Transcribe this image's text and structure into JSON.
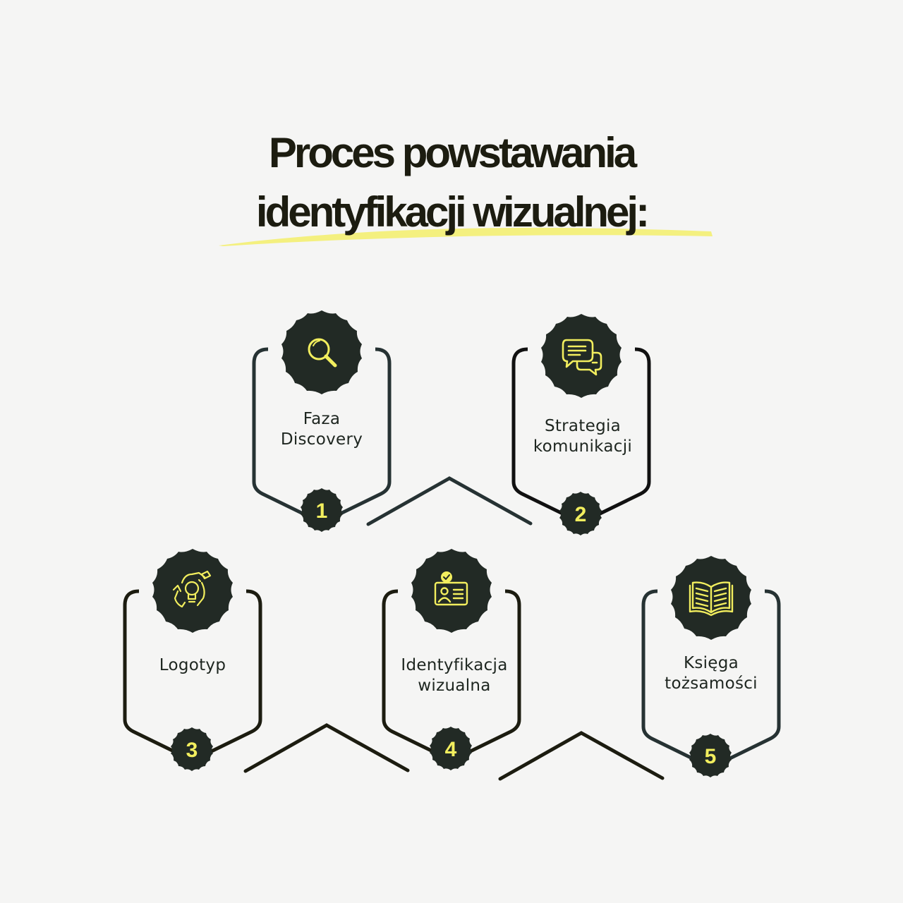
{
  "title": {
    "line1": "Proces powstawania",
    "line2": "identyfikacji wizualnej:"
  },
  "colors": {
    "background": "#f5f5f4",
    "badge": "#222a25",
    "accent": "#f2ee5e",
    "frame_dark": "#1c1c10",
    "frame_slate": "#263233",
    "highlight": "#f3ef6a"
  },
  "steps": [
    {
      "number": "1",
      "label": "Faza\nDiscovery",
      "icon": "magnifier-icon"
    },
    {
      "number": "2",
      "label": "Strategia\nkomunikacji",
      "icon": "chat-bubbles-icon"
    },
    {
      "number": "3",
      "label": "Logotyp",
      "icon": "lightbulb-hands-icon"
    },
    {
      "number": "4",
      "label": "Identyfikacja\nwizualna",
      "icon": "id-card-icon"
    },
    {
      "number": "5",
      "label": "Księga\ntożsamości",
      "icon": "open-book-icon"
    }
  ]
}
